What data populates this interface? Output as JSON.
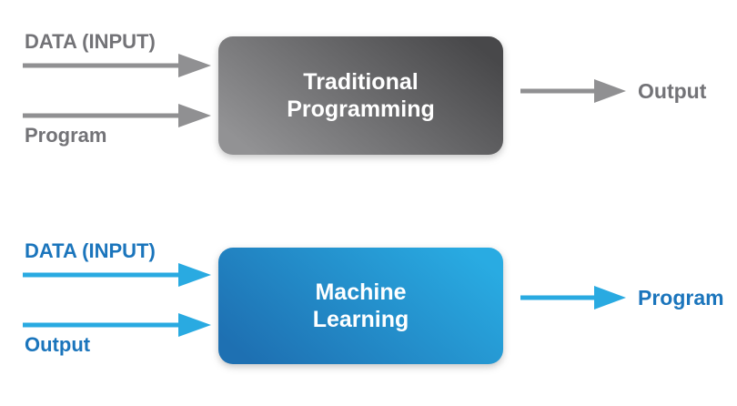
{
  "colors": {
    "gray_label": "#737377",
    "gray_arrow": "#909092",
    "gray_box_light": "#929294",
    "gray_box_dark": "#48484a",
    "blue_label": "#1b75bc",
    "blue_arrow": "#29aae1",
    "blue_box_dark": "#1e70b2",
    "blue_box_light": "#29abe2",
    "box_title_text": "#ffffff"
  },
  "diagrams": [
    {
      "name": "traditional-programming",
      "inputs": [
        "DATA (INPUT)",
        "Program"
      ],
      "box_title": "Traditional\nProgramming",
      "output": "Output"
    },
    {
      "name": "machine-learning",
      "inputs": [
        "DATA (INPUT)",
        "Output"
      ],
      "box_title": "Machine\nLearning",
      "output": "Program"
    }
  ]
}
